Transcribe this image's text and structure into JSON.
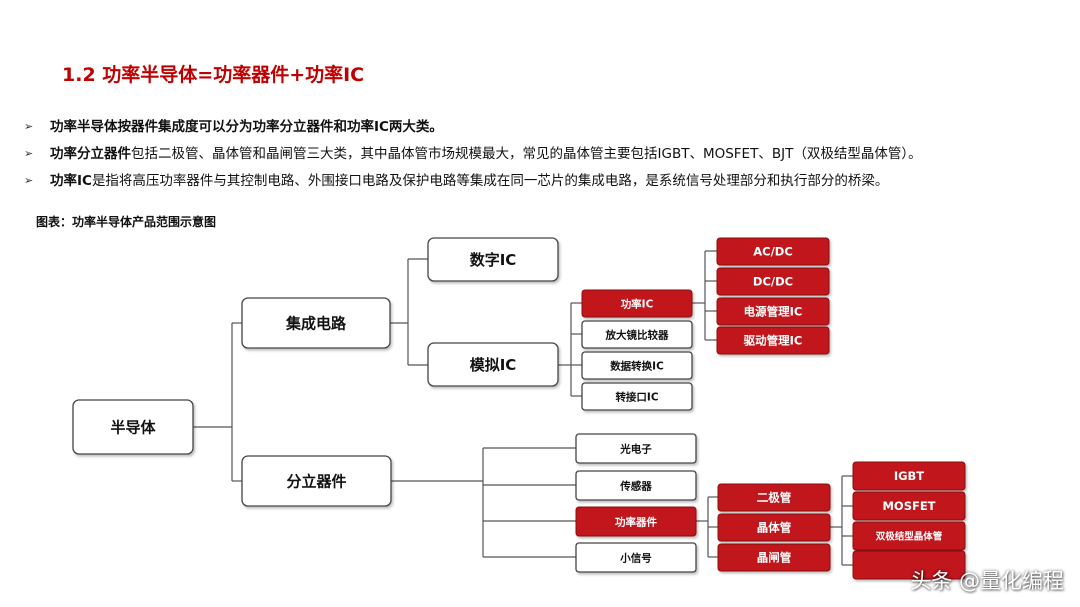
{
  "title": "1.2 功率半导体=功率器件+功率IC",
  "bullets": [
    {
      "bold": "功率半导体按器件集成度可以分为功率分立器件和功率IC两大类。",
      "rest": ""
    },
    {
      "bold": "功率分立器件",
      "rest": "包括二极管、晶体管和晶闸管三大类，其中晶体管市场规模最大，常见的晶体管主要包括IGBT、MOSFET、BJT（双极结型晶体管）。"
    },
    {
      "bold": "功率IC",
      "rest": "是指将高压功率器件与其控制电路、外围接口电路及保护电路等集成在同一芯片的集成电路，是系统信号处理部分和执行部分的桥梁。"
    }
  ],
  "figure_caption": "图表：功率半导体产品范围示意图",
  "diagram": {
    "root": "半导体",
    "ic": "集成电路",
    "digital_ic": "数字IC",
    "analog_ic": "模拟IC",
    "analog_children": [
      "功率IC",
      "放大镜比较器",
      "数据转换IC",
      "转接口IC"
    ],
    "power_ic_children": [
      "AC/DC",
      "DC/DC",
      "电源管理IC",
      "驱动管理IC"
    ],
    "discrete": "分立器件",
    "discrete_children": [
      "光电子",
      "传感器",
      "功率器件",
      "小信号"
    ],
    "power_device_children": [
      "二极管",
      "晶体管",
      "晶闸管"
    ],
    "transistor_children": [
      "IGBT",
      "MOSFET",
      "双极结型晶体管",
      ""
    ]
  },
  "colors": {
    "accent": "#c00000",
    "box_red": "#c0161c",
    "border": "#444444",
    "line": "#555555"
  },
  "watermark": "头条 @量化编程"
}
